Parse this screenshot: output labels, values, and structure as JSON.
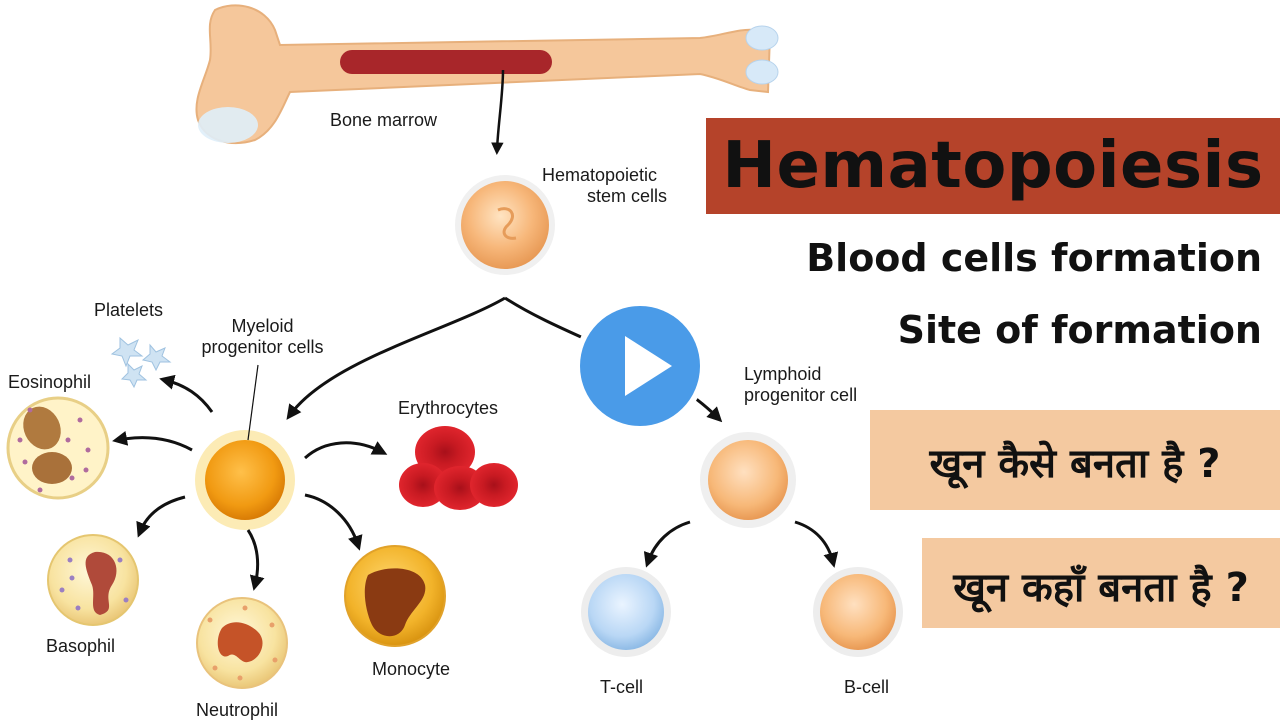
{
  "labels": {
    "bone_marrow": "Bone marrow",
    "hsc_line1": "Hematopoietic",
    "hsc_line2": "stem cells",
    "platelets": "Platelets",
    "myeloid_line1": "Myeloid",
    "myeloid_line2": "progenitor cells",
    "eosinophil": "Eosinophil",
    "erythrocytes": "Erythrocytes",
    "lymphoid_line1": "Lymphoid",
    "lymphoid_line2": "progenitor cell",
    "basophil": "Basophil",
    "neutrophil": "Neutrophil",
    "monocyte": "Monocyte",
    "tcell": "T-cell",
    "bcell": "B-cell"
  },
  "panel": {
    "title": "Hematopoiesis",
    "subtitle1": "Blood cells formation",
    "subtitle2": "Site of formation",
    "question1": "खून कैसे बनता है ?",
    "question2": "खून कहाँ बनता है ?"
  },
  "colors": {
    "title_bg": "#b5432a",
    "hindi_bg": "#f4c9a0",
    "play_button": "#4a9be8",
    "marrow": "#a8262a",
    "bone": "#f5c79b"
  },
  "icons": {
    "play": "play-button-icon"
  }
}
